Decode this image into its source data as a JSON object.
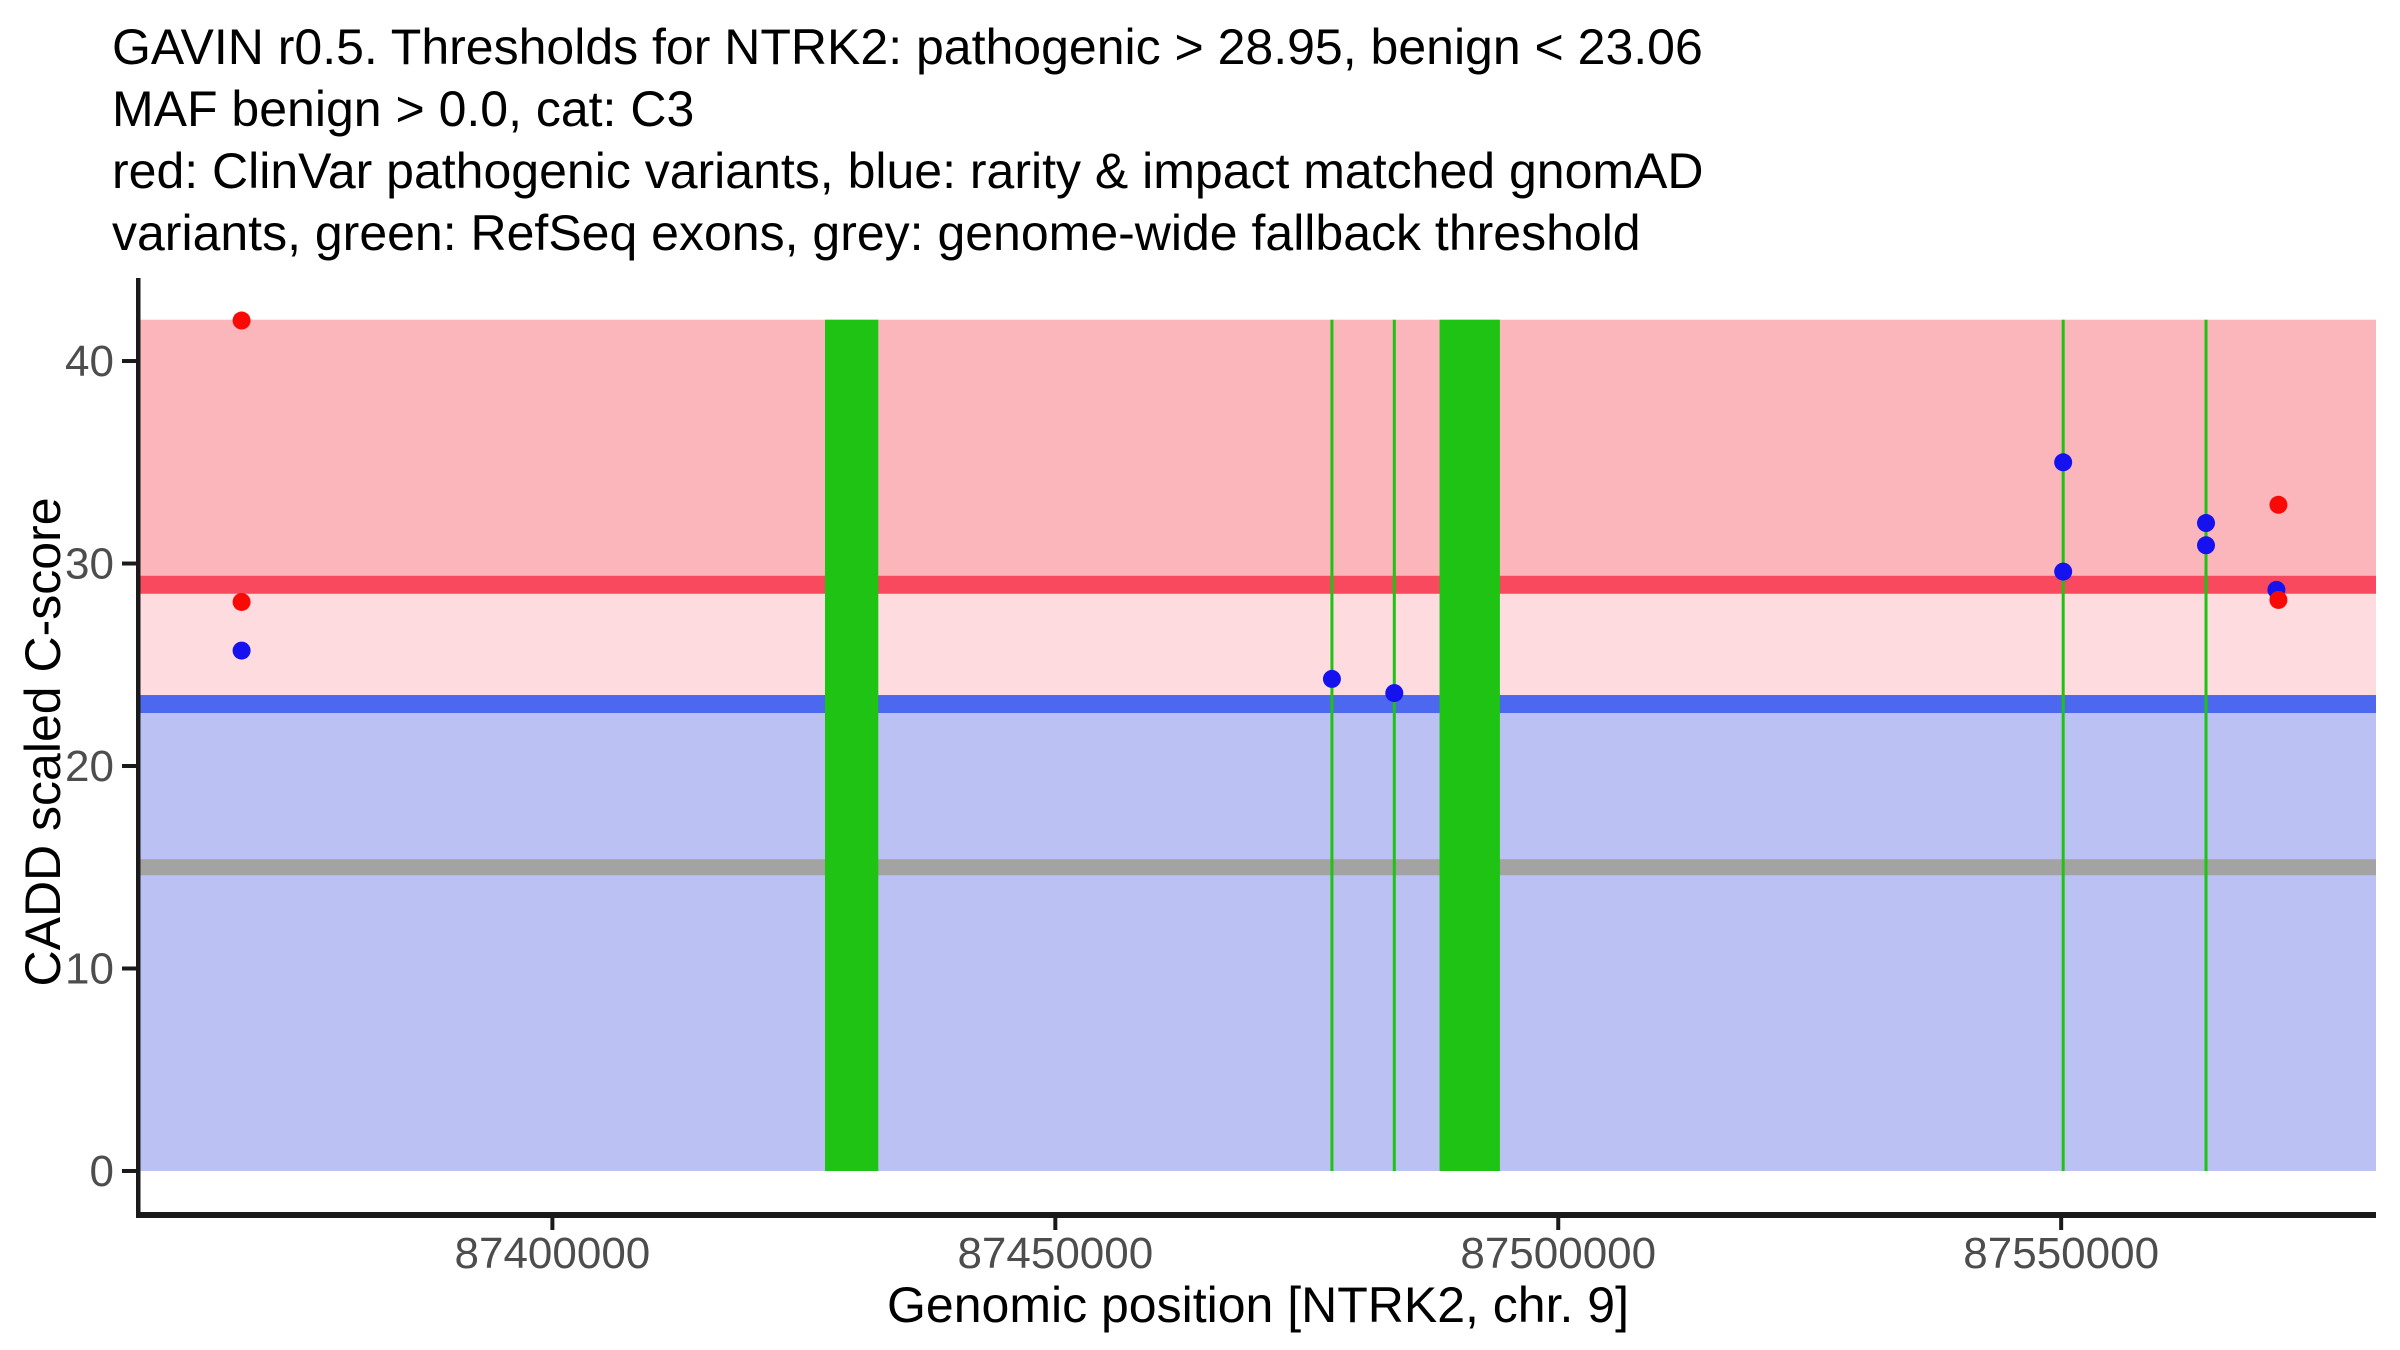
{
  "figure": {
    "title_lines": [
      "GAVIN r0.5. Thresholds for NTRK2: pathogenic > 28.95, benign < 23.06",
      "MAF benign > 0.0, cat: C3",
      "red: ClinVar pathogenic variants, blue: rarity & impact matched gnomAD",
      "variants, green: RefSeq exons, grey: genome-wide fallback threshold"
    ],
    "legend": {
      "red": "ClinVar pathogenic variants",
      "blue": "rarity & impact matched gnomAD variants",
      "green": "RefSeq exons",
      "grey": "genome-wide fallback threshold"
    }
  },
  "chart_data": {
    "type": "scatter",
    "title": "GAVIN r0.5. Thresholds for NTRK2: pathogenic > 28.95, benign < 23.06 MAF benign > 0.0, cat: C3",
    "xlabel": "Genomic position [NTRK2, chr. 9]",
    "ylabel": "CADD scaled C-score",
    "gene": "NTRK2",
    "chromosome": "9",
    "x_axis": {
      "min": 87359000,
      "max": 87581300,
      "ticks": [
        87400000,
        87450000,
        87500000,
        87550000
      ]
    },
    "y_axis": {
      "min": -2.05,
      "max": 44.1,
      "ticks": [
        0,
        10,
        20,
        30,
        40
      ],
      "data_max": 42.04
    },
    "thresholds": {
      "pathogenic": 28.95,
      "benign": 23.06,
      "genome_wide_fallback": 15,
      "maf_benign": 0.0,
      "category": "C3"
    },
    "regions": [
      {
        "name": "pathogenic-region",
        "from": 28.95,
        "to": 42.04,
        "color": "#FBB6BC"
      },
      {
        "name": "uncertain-region",
        "from": 23.06,
        "to": 28.95,
        "color": "#FDDBDF"
      },
      {
        "name": "benign-region",
        "from": 0,
        "to": 23.06,
        "color": "#BBC2F3"
      }
    ],
    "threshold_lines": [
      {
        "name": "genome-wide-fallback-line",
        "value": 15,
        "color": "#A3A3A3",
        "thickness": 16
      },
      {
        "name": "pathogenic-threshold-line",
        "value": 28.95,
        "color": "#F8495E",
        "thickness": 18
      },
      {
        "name": "benign-threshold-line",
        "value": 23.06,
        "color": "#4C68EE",
        "thickness": 18
      }
    ],
    "exons": {
      "color": "#1EC314",
      "bars": [
        {
          "start": 87427100,
          "end": 87432400
        },
        {
          "start": 87488200,
          "end": 87494200
        }
      ],
      "lines": [
        87477500,
        87483700,
        87550200,
        87564400
      ]
    },
    "series": [
      {
        "name": "rarity & impact matched gnomAD variants",
        "color": "#1512EF",
        "marker": "circle",
        "points": [
          {
            "x": 87369100,
            "y": 25.7
          },
          {
            "x": 87477500,
            "y": 24.3
          },
          {
            "x": 87483700,
            "y": 23.6
          },
          {
            "x": 87550200,
            "y": 35.0
          },
          {
            "x": 87550200,
            "y": 29.6
          },
          {
            "x": 87564400,
            "y": 32.0
          },
          {
            "x": 87564400,
            "y": 30.9
          },
          {
            "x": 87571400,
            "y": 28.7
          }
        ]
      },
      {
        "name": "ClinVar pathogenic variants",
        "color": "#FA0A07",
        "marker": "circle",
        "points": [
          {
            "x": 87369100,
            "y": 42.0
          },
          {
            "x": 87369100,
            "y": 28.1
          },
          {
            "x": 87571600,
            "y": 32.9
          },
          {
            "x": 87571600,
            "y": 28.2
          }
        ]
      }
    ],
    "style": {
      "axis_line_color": "#1A1A1A",
      "tick_label_color": "#4D4D4D",
      "point_radius": 9
    },
    "layout_hints": {
      "grid": false,
      "legend_position": "none (described in title caption)"
    }
  }
}
